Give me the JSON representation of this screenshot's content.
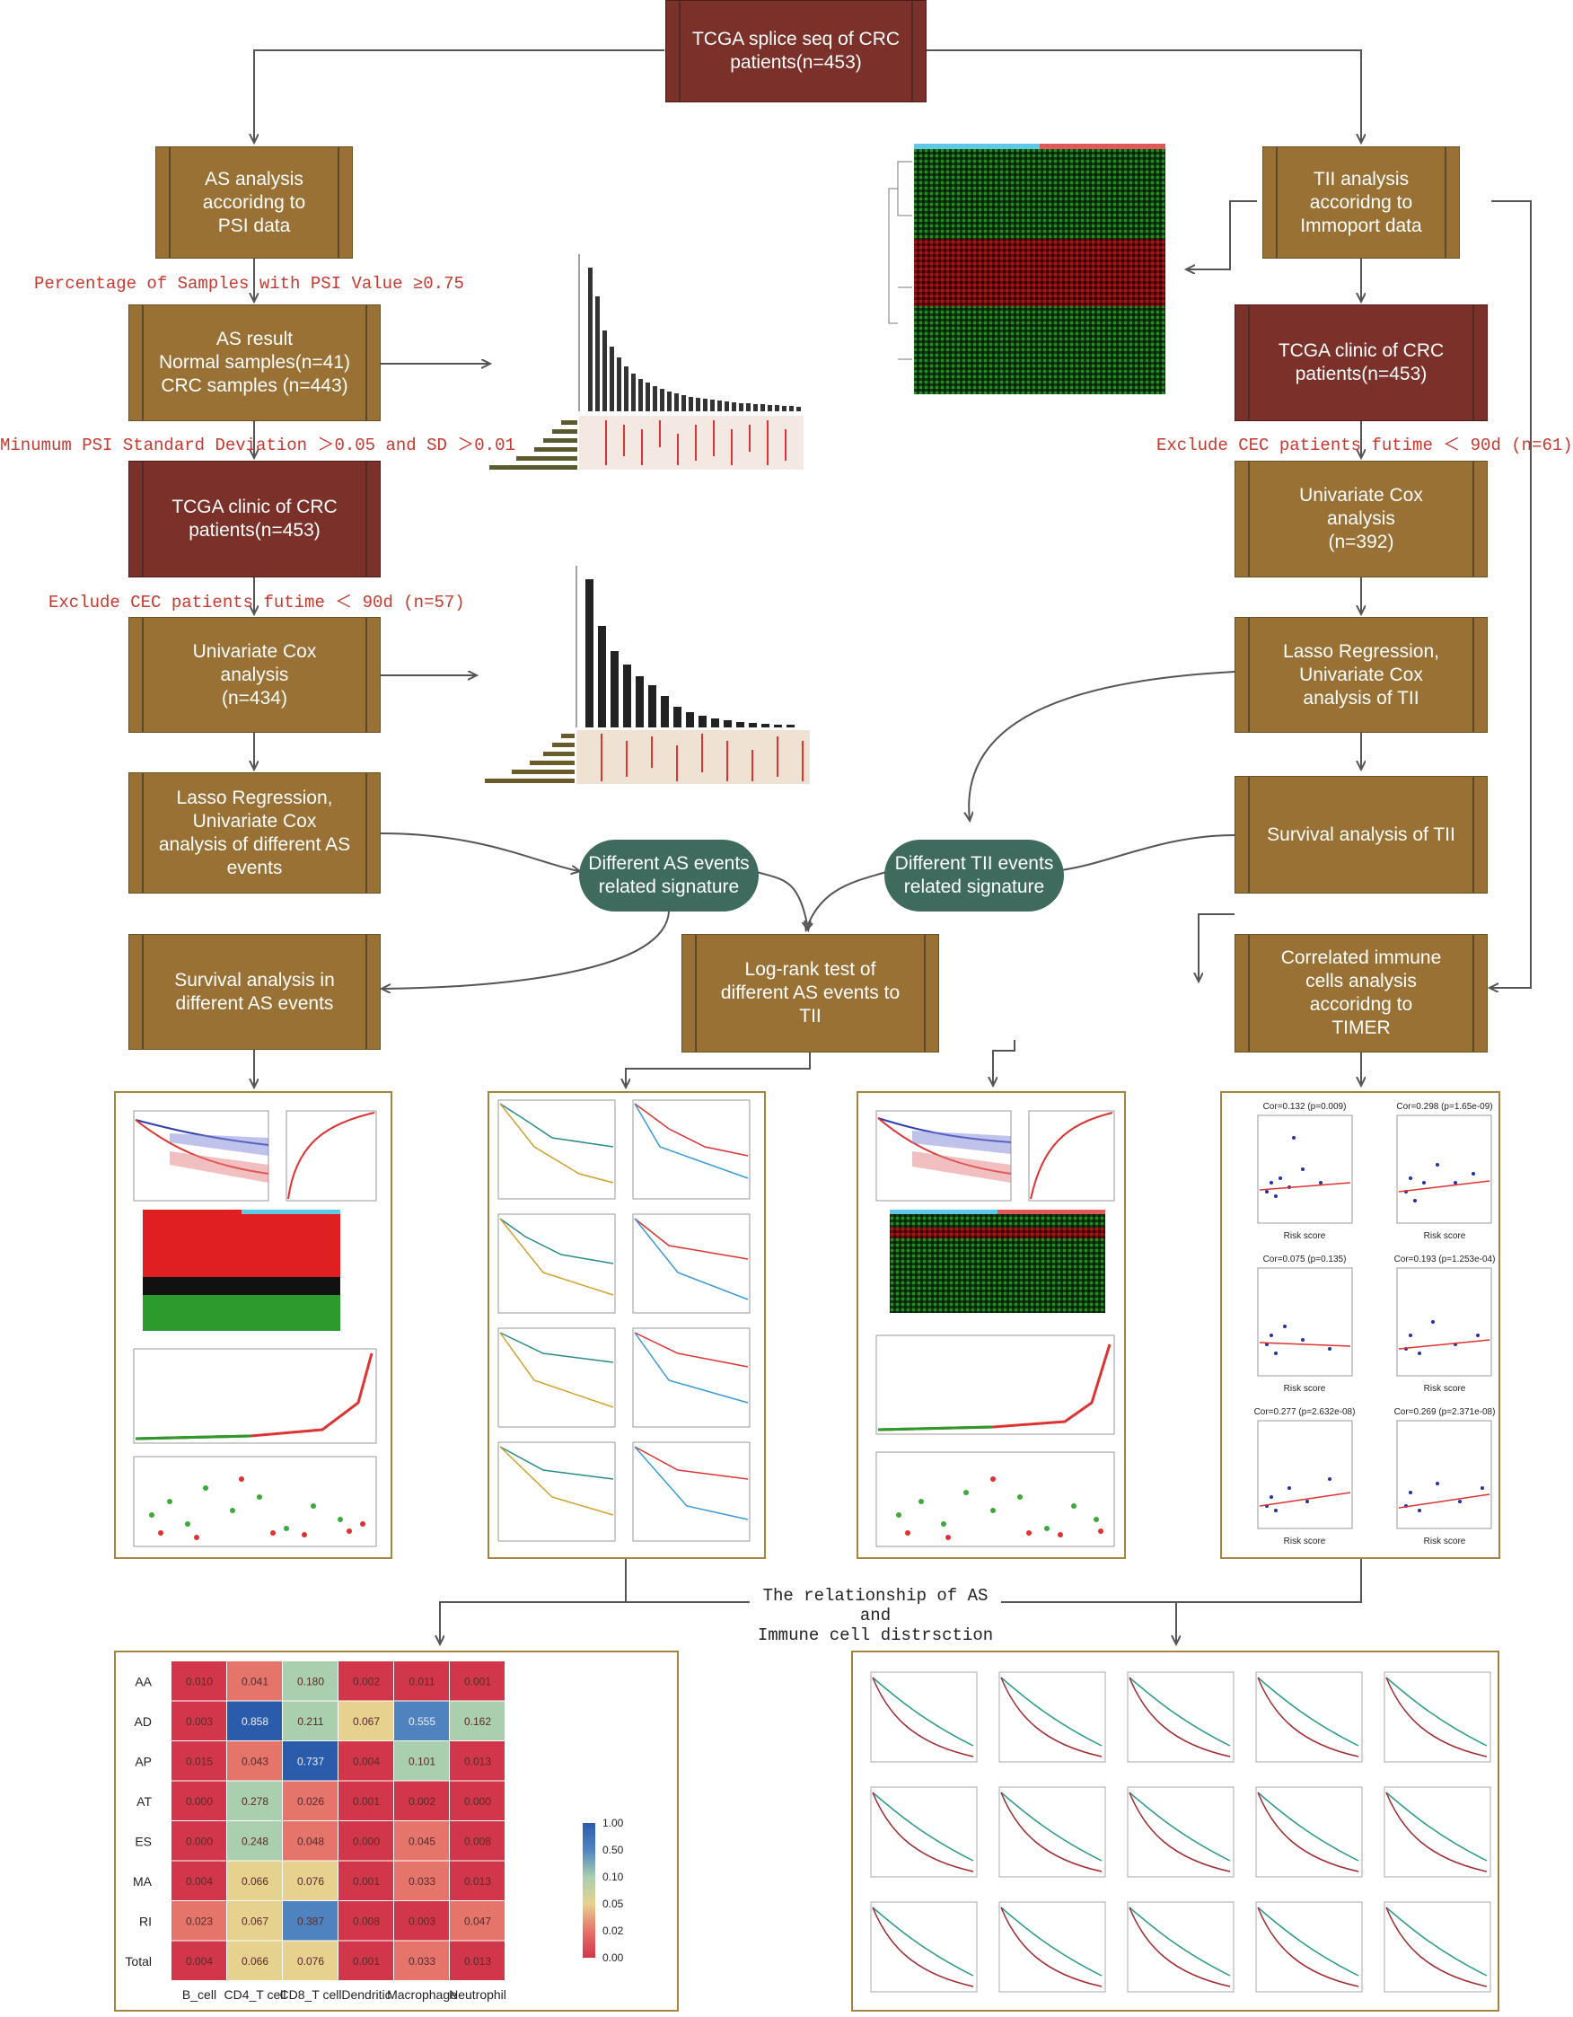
{
  "boxes": {
    "top": "TCGA splice seq of CRC\npatients(n=453)",
    "as_analysis": "AS analysis\naccoridng to\nPSI data",
    "as_result": "AS result\nNormal samples(n=41)\nCRC samples (n=443)",
    "clinic_left": "TCGA clinic of CRC\npatients(n=453)",
    "cox_left": "Univariate Cox\nanalysis\n(n=434)",
    "lasso_left": "Lasso Regression,\nUnivariate Cox\nanalysis of different AS\nevents",
    "survival_as": "Survival analysis in\ndifferent AS events",
    "logrank": "Log-rank test of\ndifferent AS events to\nTII",
    "tii_analysis": "TII analysis\naccoridng to\nImmoport data",
    "clinic_right": "TCGA clinic of CRC\npatients(n=453)",
    "cox_right": "Univariate Cox\nanalysis\n(n=392)",
    "lasso_right": "Lasso Regression,\nUnivariate Cox\nanalysis of TII",
    "survival_tii": "Survival analysis of TII",
    "timer": "Correlated immune\ncells analysis\naccoridng to\nTIMER"
  },
  "pills": {
    "as_signature": "Different AS events\nrelated signature",
    "tii_signature": "Different TII events\nrelated signature"
  },
  "notes": {
    "psi": "Percentage of Samples with PSI Value ≥0.75",
    "minimum": "Minumum PSI Standard Deviation ＞0.05 and SD ＞0.01",
    "exclude_left": "Exclude CEC patients futime ＜ 90d (n=57)",
    "exclude_right": "Exclude CEC patients futime ＜ 90d (n=61)"
  },
  "caption": "The relationship of AS and\nImmune cell distrsction",
  "heatmap": {
    "rows": [
      "AA",
      "AD",
      "AP",
      "AT",
      "ES",
      "MA",
      "RI",
      "Total"
    ],
    "cols": [
      "B_cell",
      "CD4_T cell",
      "CD8_T cell",
      "Dendritic",
      "Macrophage",
      "Neutrophil"
    ],
    "values": [
      [
        "0.010",
        "0.041",
        "0.180",
        "0.002",
        "0.011",
        "0.001"
      ],
      [
        "0.003",
        "0.858",
        "0.211",
        "0.067",
        "0.555",
        "0.162"
      ],
      [
        "0.015",
        "0.043",
        "0.737",
        "0.004",
        "0.101",
        "0.013"
      ],
      [
        "0.000",
        "0.278",
        "0.026",
        "0.001",
        "0.002",
        "0.000"
      ],
      [
        "0.000",
        "0.248",
        "0.048",
        "0.000",
        "0.045",
        "0.008"
      ],
      [
        "0.004",
        "0.066",
        "0.076",
        "0.001",
        "0.033",
        "0.013"
      ],
      [
        "0.023",
        "0.067",
        "0.387",
        "0.008",
        "0.003",
        "0.047"
      ],
      [
        "0.004",
        "0.066",
        "0.076",
        "0.001",
        "0.033",
        "0.013"
      ]
    ],
    "legend": [
      "1.00",
      "0.50",
      "0.10",
      "0.05",
      "0.02",
      "0.00"
    ]
  },
  "timer_titles": [
    "Cor=0.132 (p=0.009)",
    "Cor=0.298 (p=1.65e-09)",
    "Cor=0.075 (p=0.135)",
    "Cor=0.193 (p=1.253e-04)",
    "Cor=0.277 (p=2.632e-08)",
    "Cor=0.269 (p=2.371e-08)"
  ],
  "timer_x": "Risk score",
  "colors": {
    "brown": "#9a7134",
    "red": "#7b3129",
    "pill": "#3e6b5e",
    "note": "#c8382e",
    "panel_border": "#a8843e"
  }
}
